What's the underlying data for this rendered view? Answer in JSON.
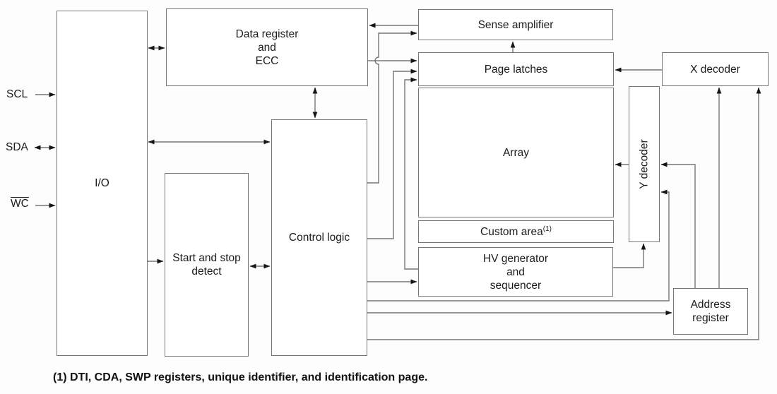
{
  "blocks": {
    "io": {
      "label": "I/O"
    },
    "data_register": {
      "lines": [
        "Data register",
        "and",
        "ECC"
      ]
    },
    "start_stop_detect": {
      "lines": [
        "Start and stop",
        "detect"
      ]
    },
    "control_logic": {
      "label": "Control logic"
    },
    "sense_amplifier": {
      "label": "Sense amplifier"
    },
    "page_latches": {
      "label": "Page latches"
    },
    "array": {
      "label": "Array"
    },
    "custom_area": {
      "label": "Custom area",
      "superscript": "(1)"
    },
    "hv_generator": {
      "lines": [
        "HV generator",
        "and",
        "sequencer"
      ]
    },
    "x_decoder": {
      "label": "X decoder"
    },
    "y_decoder": {
      "label": "Y decoder"
    },
    "address_register": {
      "lines": [
        "Address",
        "register"
      ]
    }
  },
  "signals": {
    "scl": {
      "label": "SCL"
    },
    "sda": {
      "label": "SDA"
    },
    "wc": {
      "label": "WC"
    }
  },
  "footnote": "(1) DTI, CDA, SWP registers, unique identifier, and identification page.",
  "colors": {
    "background": "#fdfdfe",
    "box_border": "#767676",
    "box_fill": "#ffffff",
    "wire": "#767676",
    "arrowhead": "#151515",
    "text": "#1c1c1c"
  }
}
